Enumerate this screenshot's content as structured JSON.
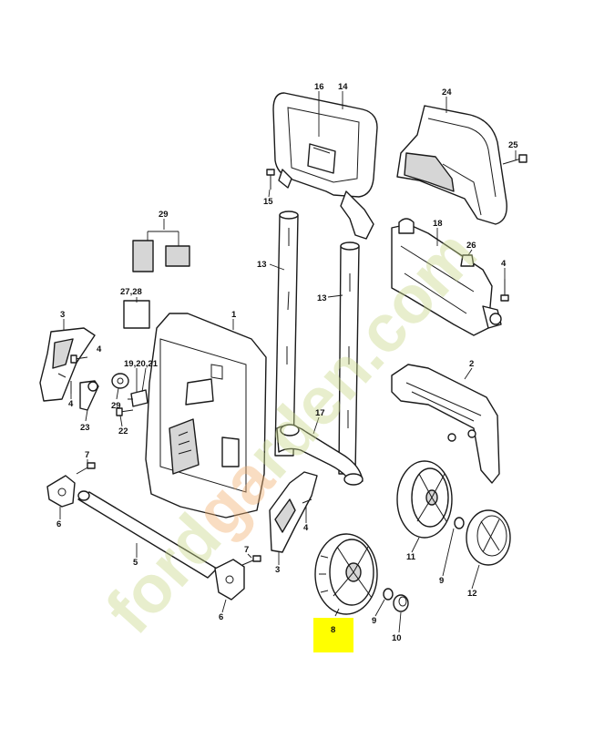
{
  "callouts": {
    "c1": "1",
    "c2": "2",
    "c3a": "3",
    "c3b": "3",
    "c4a": "4",
    "c4b": "4",
    "c4c": "4",
    "c4d": "4",
    "c5": "5",
    "c6a": "6",
    "c6b": "6",
    "c7a": "7",
    "c7b": "7",
    "c8": "8",
    "c9a": "9",
    "c9b": "9",
    "c10": "10",
    "c11": "11",
    "c12": "12",
    "c13a": "13",
    "c13b": "13",
    "c14": "14",
    "c15": "15",
    "c16": "16",
    "c17": "17",
    "c18": "18",
    "c19": "19,20,21",
    "c22": "22",
    "c23": "23",
    "c24": "24",
    "c25": "25",
    "c26": "26",
    "c27": "27,28",
    "c29a": "29",
    "c29b": "29"
  },
  "highlight_color": "#ffff00",
  "watermark": {
    "text": "fordgarden.com",
    "colors": [
      "#c9d98a",
      "#f2b070",
      "#c9d98a"
    ]
  }
}
